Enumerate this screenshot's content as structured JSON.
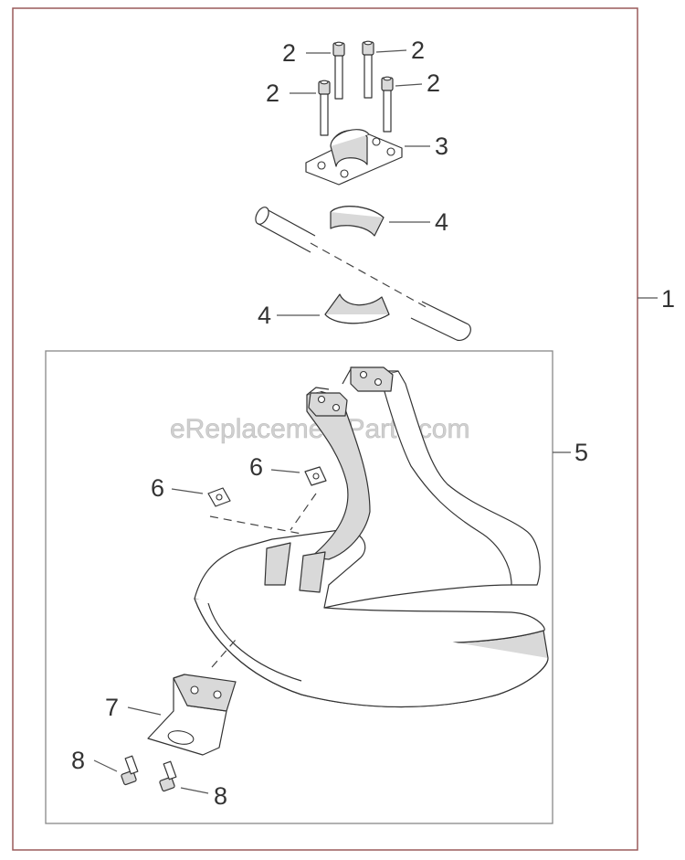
{
  "diagram": {
    "watermark": "eReplacementParts.com",
    "frame_color": "#9a5a5a",
    "callouts": {
      "c1": "1",
      "c2a": "2",
      "c2b": "2",
      "c2c": "2",
      "c2d": "2",
      "c3": "3",
      "c4a": "4",
      "c4b": "4",
      "c5": "5",
      "c6a": "6",
      "c6b": "6",
      "c7": "7",
      "c8a": "8",
      "c8b": "8"
    },
    "parts": [
      "bolt",
      "clamp",
      "shaft-tube",
      "clamp-insert",
      "blade-guard",
      "square-nut",
      "guard-bracket",
      "bracket-bolt"
    ]
  }
}
